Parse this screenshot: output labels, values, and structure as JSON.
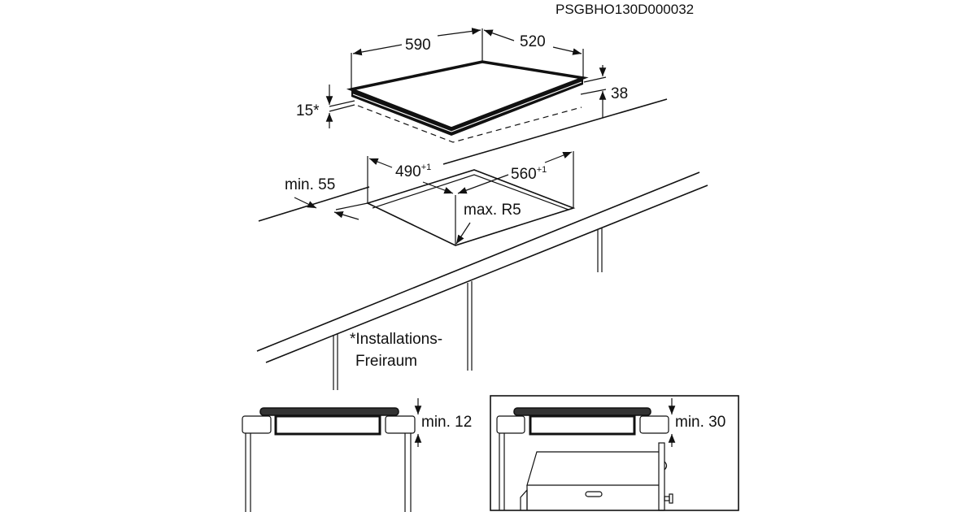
{
  "drawing_code": "PSGBHO130D000032",
  "hob_dimensions": {
    "width": "590",
    "depth": "520",
    "height": "38",
    "clearance": "15*"
  },
  "cutout": {
    "width": "490",
    "width_tolerance": "+1",
    "depth": "560",
    "depth_tolerance": "+1",
    "min_edge_distance": "min. 55",
    "corner_radius": "max. R5"
  },
  "note": {
    "line1": "*Installations-",
    "line2": "Freiraum"
  },
  "section_views": [
    {
      "clearance_label": "min. 12"
    },
    {
      "clearance_label": "min. 30"
    }
  ]
}
